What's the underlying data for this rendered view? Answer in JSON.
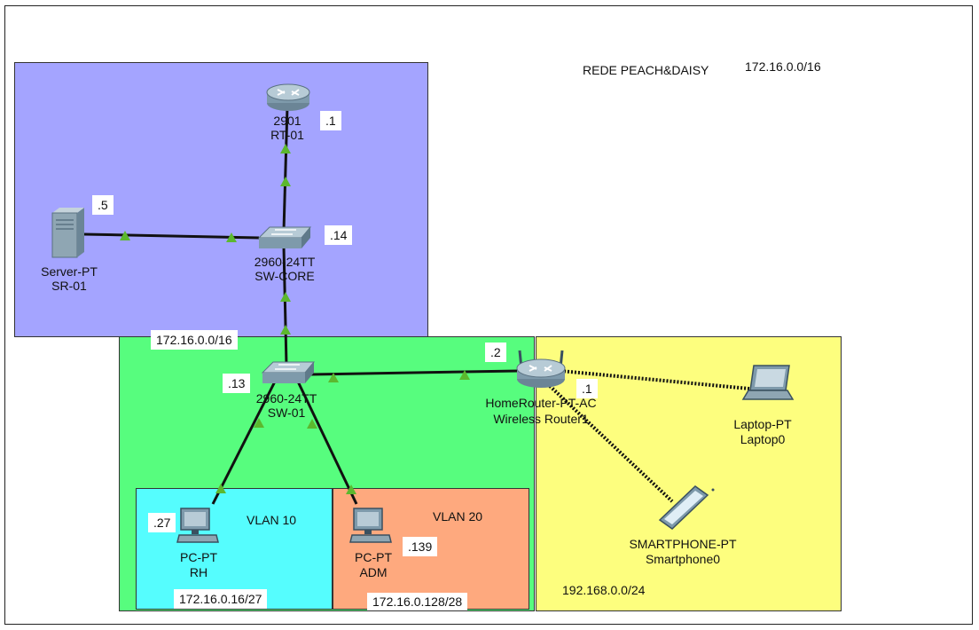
{
  "title": {
    "text": "REDE PEACH&DAISY",
    "network": "172.16.0.0/16"
  },
  "devices": {
    "router": {
      "model": "2901",
      "name": "RT-01",
      "ip": ".1"
    },
    "core_switch": {
      "model": "2960-24TT",
      "name": "SW-CORE",
      "ip": ".14"
    },
    "server": {
      "model": "Server-PT",
      "name": "SR-01",
      "ip": ".5"
    },
    "access_switch": {
      "model": "2960-24TT",
      "name": "SW-01",
      "ip": ".13"
    },
    "wireless_router": {
      "model": "HomeRouter-PT-AC",
      "name": "Wireless Router1",
      "ip_wan": ".2",
      "ip_lan": ".1"
    },
    "laptop": {
      "model": "Laptop-PT",
      "name": "Laptop0"
    },
    "smartphone": {
      "model": "SMARTPHONE-PT",
      "name": "Smartphone0"
    },
    "pc_rh": {
      "model": "PC-PT",
      "name": "RH",
      "ip": ".27"
    },
    "pc_adm": {
      "model": "PC-PT",
      "name": "ADM",
      "ip": ".139"
    }
  },
  "zones": {
    "access_network": "172.16.0.0/16",
    "vlan10": {
      "label": "VLAN 10",
      "subnet": "172.16.0.16/27"
    },
    "vlan20": {
      "label": "VLAN 20",
      "subnet": "172.16.0.128/28"
    },
    "wireless_network": "192.168.0.0/24"
  },
  "colors": {
    "core_zone": "#a4a4ff",
    "access_zone": "#57fd7e",
    "wireless_zone": "#fdfe7e",
    "vlan10_zone": "#55fdfe",
    "vlan20_zone": "#fea97e",
    "link_up": "#5cb82e"
  },
  "icons": {
    "router": "router-icon",
    "switch": "switch-icon",
    "server": "server-icon",
    "wireless_router": "wireless-router-icon",
    "laptop": "laptop-icon",
    "smartphone": "smartphone-icon",
    "pc": "pc-icon"
  }
}
